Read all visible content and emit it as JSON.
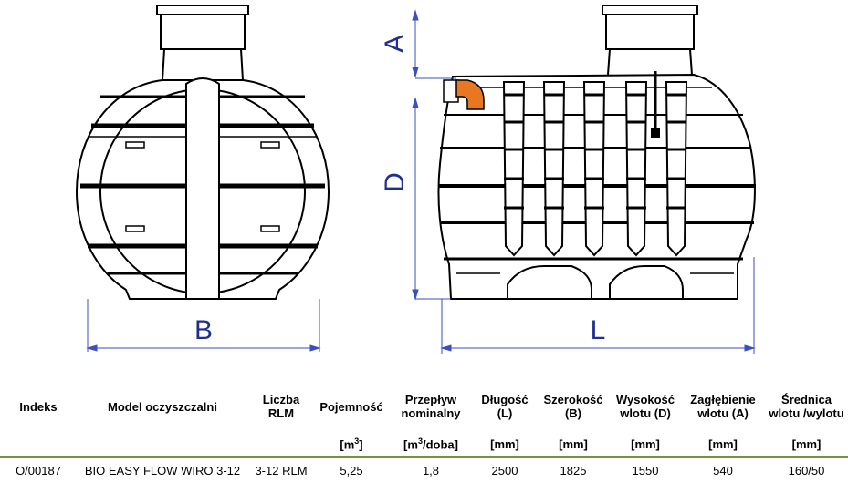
{
  "dimension_labels": {
    "A": "A",
    "D": "D",
    "B": "B",
    "L": "L"
  },
  "table": {
    "headers": [
      "Indeks",
      "Model oczyszczalni",
      "Liczba RLM",
      "Pojemność",
      "Przepływ nominalny",
      "Długość (L)",
      "Szerokość (B)",
      "Wysokość wlotu (D)",
      "Zagłębienie wlotu (A)",
      "Średnica wlotu /wylotu"
    ],
    "units": [
      "",
      "",
      "",
      "[m3]",
      "[m3/doba]",
      "[mm]",
      "[mm]",
      "[mm]",
      "[mm]",
      "[mm]"
    ],
    "rows": [
      [
        "O/00187",
        "BIO EASY FLOW WIRO 3-12",
        "3-12 RLM",
        "5,25",
        "1,8",
        "2500",
        "1825",
        "1550",
        "540",
        "160/50"
      ]
    ]
  },
  "colors": {
    "dimension_line": "#3b4fbf",
    "rule": "#76923c",
    "pipe": "#e87722"
  }
}
